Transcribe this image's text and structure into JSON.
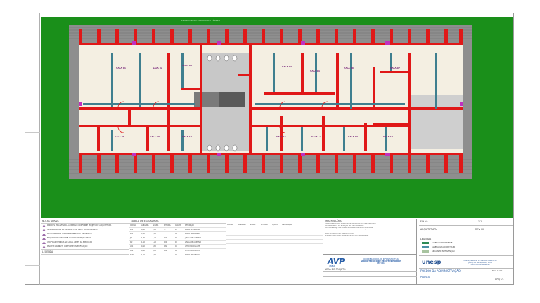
{
  "sheet": {
    "top_label": "PLANTA BAIXA - PAVIMENTO TÉRREO",
    "room_labels": [
      "SALA 01",
      "SALA 02",
      "SALA 03",
      "SALA 04",
      "SALA 05",
      "SALA 06",
      "SALA 07",
      "SALA 08",
      "SALA 09",
      "SALA 10",
      "SALA 11",
      "SALA 12",
      "SALA 13",
      "SALA 14"
    ]
  },
  "notes": {
    "header": "NOTAS GERAIS",
    "items": [
      "PAREDES EM ALVENARIA A DEMOLIR CONFORME PROJETO DE ARQUITETURA",
      "NOVAS PAREDES EM DRYWALL CONFORME DETALHAMENTO",
      "REVESTIMENTOS CONFORME MEMORIAL DESCRITIVO",
      "ESQUADRIAS CONFORME QUADRO DE ESQUADRIAS",
      "VERIFICAR MEDIDAS NO LOCAL ANTES DA EXECUÇÃO",
      "PISO EM GRANILITE CONFORME ESPECIFICAÇÃO"
    ],
    "legend_title": "LEGENDA"
  },
  "tables": {
    "t1": {
      "title": "TABELA DE ESQUADRIAS",
      "headers": [
        "CÓDIGO",
        "LARGURA",
        "ALTURA",
        "PEITORIL",
        "QUANT.",
        "DESCRIÇÃO"
      ],
      "rows": [
        [
          "P01",
          "0,80",
          "2,10",
          "---",
          "12",
          "PORTA DE MADEIRA"
        ],
        [
          "P02",
          "0,90",
          "2,10",
          "---",
          "08",
          "PORTA DE MADEIRA"
        ],
        [
          "J01",
          "1,20",
          "1,20",
          "1,00",
          "14",
          "JANELA DE ALUMÍNIO"
        ],
        [
          "J02",
          "1,50",
          "1,20",
          "1,00",
          "10",
          "JANELA DE ALUMÍNIO"
        ],
        [
          "V01",
          "0,60",
          "0,60",
          "1,60",
          "06",
          "VITRÔ BASCULANTE"
        ],
        [
          "V02",
          "0,80",
          "0,60",
          "1,60",
          "04",
          "VITRÔ BASCULANTE"
        ],
        [
          "PC01",
          "1,60",
          "2,10",
          "---",
          "02",
          "PORTA DE CORRER"
        ]
      ]
    },
    "t2": {
      "title": "",
      "headers": [
        "CÓDIGO",
        "LARGURA",
        "ALTURA",
        "PEITORIL",
        "QUANT.",
        "OBSERVAÇÃO"
      ],
      "rows": [
        [
          "",
          "",
          "",
          "",
          "",
          ""
        ],
        [
          "",
          "",
          "",
          "",
          "",
          ""
        ],
        [
          "",
          "",
          "",
          "",
          "",
          ""
        ],
        [
          "",
          "",
          "",
          "",
          "",
          ""
        ]
      ]
    }
  },
  "observations": {
    "header": "OBSERVAÇÕES",
    "lines": [
      "TODAS AS MEDIDAS ESTÃO EM METROS, EXCETO ONDE INDICADO",
      "COTAS DE NÍVEL EM RELAÇÃO AO PISO ACABADO",
      "CONFERIR PROJETOS COMPLEMENTARES ANTES DA EXECUÇÃO",
      "QUALQUER DIVERGÊNCIA COMUNICAR À FISCALIZAÇÃO",
      "ESTE DESENHO SUBSTITUI REVISÕES ANTERIORES",
      "PROJETO EXECUTIVO - ARQUITETURA",
      "REVISÃO CONFORME APONTAMENTOS DA FISCALIZAÇÃO"
    ]
  },
  "title_block": {
    "org_lines": [
      "COORDENADORIA DE INFRAESTRUTURA",
      "GRUPO TÉCNICO DE PROJETOS E OBRAS",
      "REITORIA"
    ],
    "logo_text": "AVP",
    "logo_sub": "UNESP",
    "project": "ÁREA DO PROJETO",
    "right_top": "FOLHA",
    "right_top_val": "1/1",
    "right_row2": "ARQUITETURA",
    "right_row2_val": "REV. 00",
    "legend_title": "LEGENDA",
    "legend_items": [
      "ALVENARIA EXISTENTE",
      "ALVENARIA A CONSTRUIR",
      "ÁREA SEM INTERVENÇÃO"
    ],
    "legend_colors": [
      "#2e8b57",
      "#4a90a4",
      "#a8c4a0"
    ],
    "unesp": "unesp",
    "unesp_sub": [
      "UNIVERSIDADE ESTADUAL PAULISTA",
      "\"JÚLIO DE MESQUITA FILHO\"",
      "CÂMPUS DE MARÍLIA"
    ],
    "drawing_title": "PRÉDIO DA ADMINISTRAÇÃO",
    "drawing_sub": "PLANTA",
    "sheet_code": "ARQ 01",
    "scale": "ESC. 1:100"
  }
}
